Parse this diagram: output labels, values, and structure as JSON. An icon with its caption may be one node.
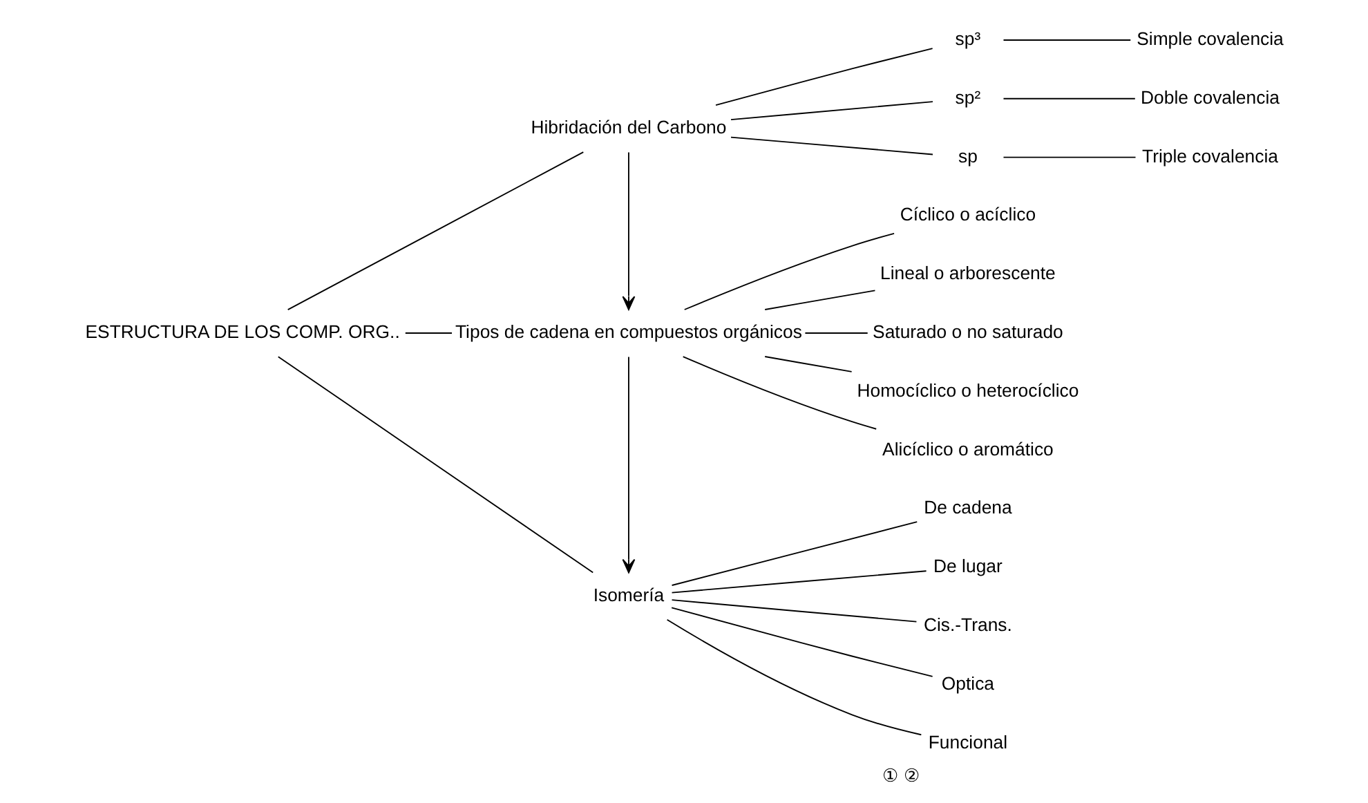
{
  "diagram": {
    "nodes": [
      {
        "text": [
          "ESTRUCTURA DE LOS COMP. ORG.."
        ]
      },
      {
        "text": [
          "Hibridación del Carbono"
        ]
      },
      {
        "text": [
          "Tipos de cadena en compuestos orgánicos"
        ]
      },
      {
        "text": [
          "Isomería"
        ]
      },
      {
        "text": [
          "sp³"
        ]
      },
      {
        "text": [
          "sp²"
        ]
      },
      {
        "text": [
          "sp"
        ]
      },
      {
        "text": [
          "Simple covalencia"
        ]
      },
      {
        "text": [
          "Doble covalencia"
        ]
      },
      {
        "text": [
          "Triple covalencia"
        ]
      },
      {
        "text": [
          "Cíclico o acíclico"
        ]
      },
      {
        "text": [
          "Lineal o arborescente"
        ]
      },
      {
        "text": [
          "Saturado o no saturado"
        ]
      },
      {
        "text": [
          "Homocíclico o heterocíclico"
        ]
      },
      {
        "text": [
          "Alicíclico o aromático"
        ]
      },
      {
        "text": [
          "De cadena"
        ]
      },
      {
        "text": [
          "De lugar"
        ]
      },
      {
        "text": [
          "Cis.-Trans."
        ]
      },
      {
        "text": [
          "Optica"
        ]
      },
      {
        "text": [
          "Funcional"
        ],
        "beside": [
          "①",
          "②"
        ]
      }
    ],
    "edges": [
      {
        "from": 0,
        "to": 1,
        "arrow": "none"
      },
      {
        "from": 0,
        "to": 2,
        "arrow": "none"
      },
      {
        "from": 0,
        "to": 3,
        "arrow": "none"
      },
      {
        "from": 1,
        "to": 2,
        "arrow": "to"
      },
      {
        "from": 2,
        "to": 3,
        "arrow": "to"
      },
      {
        "from": 1,
        "to": 4,
        "arrow": "none"
      },
      {
        "from": 1,
        "to": 5,
        "arrow": "none"
      },
      {
        "from": 1,
        "to": 6,
        "arrow": "none"
      },
      {
        "from": 4,
        "to": 7,
        "arrow": "none"
      },
      {
        "from": 5,
        "to": 8,
        "arrow": "none"
      },
      {
        "from": 6,
        "to": 9,
        "arrow": "none"
      },
      {
        "from": 2,
        "to": 10,
        "arrow": "none"
      },
      {
        "from": 2,
        "to": 11,
        "arrow": "none"
      },
      {
        "from": 2,
        "to": 12,
        "arrow": "none"
      },
      {
        "from": 2,
        "to": 13,
        "arrow": "none"
      },
      {
        "from": 2,
        "to": 14,
        "arrow": "none"
      },
      {
        "from": 3,
        "to": 15,
        "arrow": "none"
      },
      {
        "from": 3,
        "to": 16,
        "arrow": "none"
      },
      {
        "from": 3,
        "to": 17,
        "arrow": "none"
      },
      {
        "from": 3,
        "to": 18,
        "arrow": "none"
      },
      {
        "from": 3,
        "to": 19,
        "arrow": "none"
      }
    ]
  }
}
